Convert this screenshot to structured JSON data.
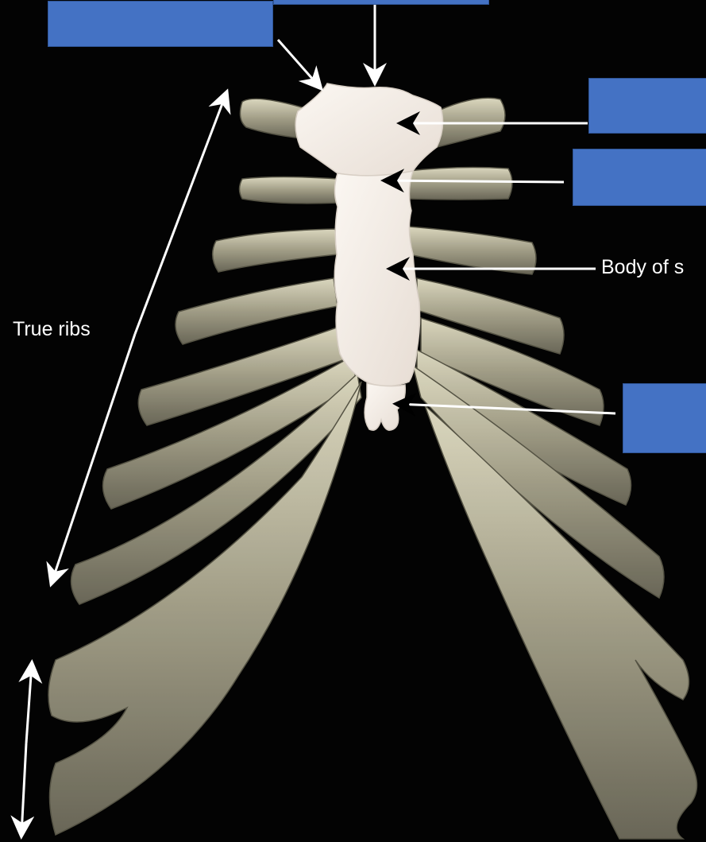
{
  "labels": {
    "true_ribs": "True ribs",
    "body_of_sternum": "Body of s"
  },
  "blank_label_boxes": [
    "top-left",
    "top-center",
    "right-1",
    "right-2",
    "right-lower"
  ],
  "colors": {
    "background": "#030303",
    "label_box": "#4472c4",
    "arrow": "#ffffff",
    "bone": "#f0e9e1",
    "cartilage": "#c9c4a8"
  }
}
